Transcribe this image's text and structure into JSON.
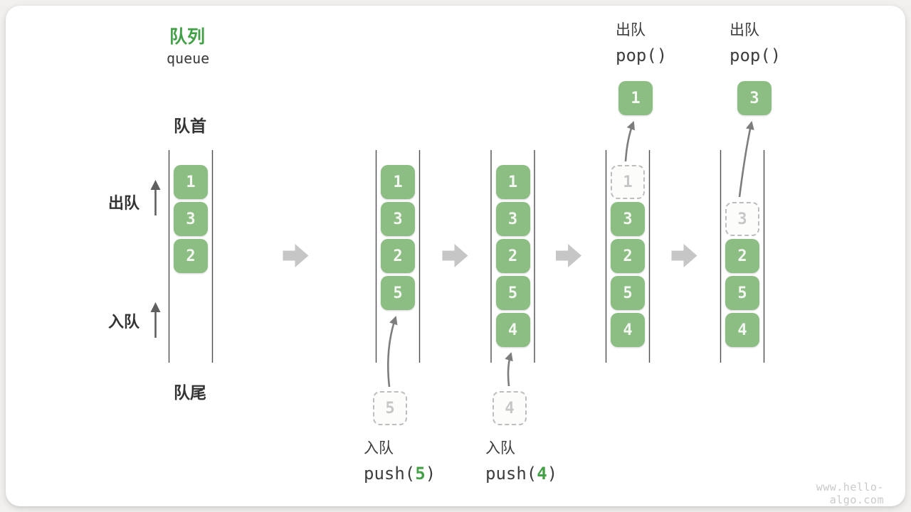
{
  "title": {
    "zh": "队列",
    "en": "queue"
  },
  "labels": {
    "front": "队首",
    "rear": "队尾",
    "dequeue_side": "出队",
    "enqueue_side": "入队"
  },
  "annotations": {
    "pop1": {
      "line1": "出队",
      "code": "pop()"
    },
    "pop2": {
      "line1": "出队",
      "code": "pop()"
    },
    "push1": {
      "line1": "入队",
      "code_prefix": "push(",
      "arg": "5",
      "code_suffix": ")"
    },
    "push2": {
      "line1": "入队",
      "code_prefix": "push(",
      "arg": "4",
      "code_suffix": ")"
    }
  },
  "queue_states": [
    {
      "name": "state-initial",
      "slots": [
        {
          "row": 0,
          "value": "1",
          "type": "filled"
        },
        {
          "row": 1,
          "value": "3",
          "type": "filled"
        },
        {
          "row": 2,
          "value": "2",
          "type": "filled"
        }
      ]
    },
    {
      "name": "state-after-push-5",
      "slots": [
        {
          "row": 0,
          "value": "1",
          "type": "filled"
        },
        {
          "row": 1,
          "value": "3",
          "type": "filled"
        },
        {
          "row": 2,
          "value": "2",
          "type": "filled"
        },
        {
          "row": 3,
          "value": "5",
          "type": "filled"
        }
      ]
    },
    {
      "name": "state-after-push-4",
      "slots": [
        {
          "row": 0,
          "value": "1",
          "type": "filled"
        },
        {
          "row": 1,
          "value": "3",
          "type": "filled"
        },
        {
          "row": 2,
          "value": "2",
          "type": "filled"
        },
        {
          "row": 3,
          "value": "5",
          "type": "filled"
        },
        {
          "row": 4,
          "value": "4",
          "type": "filled"
        }
      ]
    },
    {
      "name": "state-after-pop-1",
      "slots": [
        {
          "row": 0,
          "value": "1",
          "type": "dashed"
        },
        {
          "row": 1,
          "value": "3",
          "type": "filled"
        },
        {
          "row": 2,
          "value": "2",
          "type": "filled"
        },
        {
          "row": 3,
          "value": "5",
          "type": "filled"
        },
        {
          "row": 4,
          "value": "4",
          "type": "filled"
        }
      ]
    },
    {
      "name": "state-after-pop-3",
      "slots": [
        {
          "row": 1,
          "value": "3",
          "type": "dashed"
        },
        {
          "row": 2,
          "value": "2",
          "type": "filled"
        },
        {
          "row": 3,
          "value": "5",
          "type": "filled"
        },
        {
          "row": 4,
          "value": "4",
          "type": "filled"
        }
      ]
    }
  ],
  "pop_boxes": [
    {
      "value": "1"
    },
    {
      "value": "3"
    }
  ],
  "floating_boxes": [
    {
      "value": "5"
    },
    {
      "value": "4"
    }
  ],
  "watermark": "www.hello-algo.com",
  "colors": {
    "item_green": "#8cbe84",
    "accent_green": "#43a047",
    "ghost_gray": "#bdbdbd",
    "wall_gray": "#4d4d4d",
    "arrow_gray": "#7d7d7d",
    "block_arrow_gray": "#c6c6c6",
    "card_bg": "#ffffff",
    "page_bg": "#f1f0ee"
  }
}
